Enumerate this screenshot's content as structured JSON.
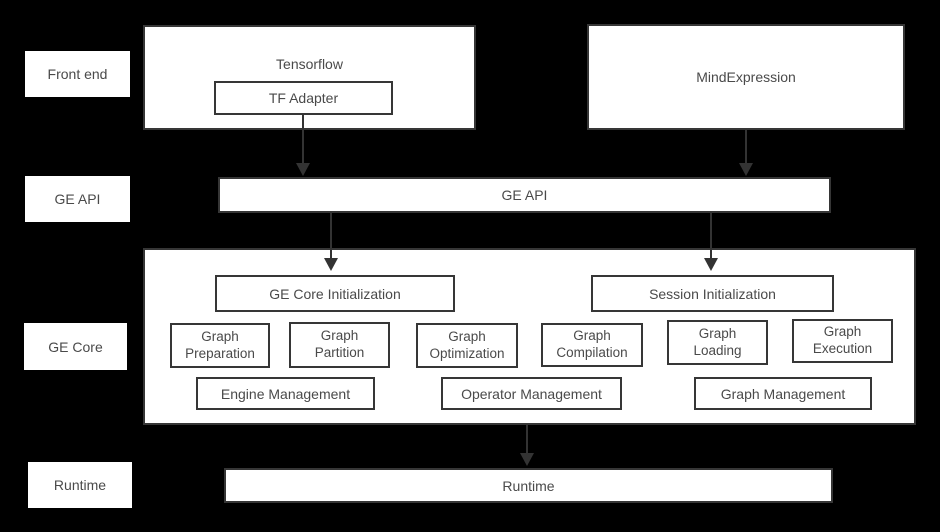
{
  "colors": {
    "background": "#000000",
    "box_fill": "#ffffff",
    "box_border": "#363636",
    "text": "#4a4a4a",
    "arrow": "#333333"
  },
  "layer_labels": [
    {
      "label": "Front end"
    },
    {
      "label": "GE API"
    },
    {
      "label": "GE Core"
    },
    {
      "label": "Runtime"
    }
  ],
  "front_end": {
    "tensorflow_title": "Tensorflow",
    "tf_adapter": "TF Adapter",
    "mind_expression": "MindExpression"
  },
  "ge_api_bar_label": "GE API",
  "ge_core": {
    "init": [
      "GE Core Initialization",
      "Session Initialization"
    ],
    "modules": [
      "Graph Preparation",
      "Graph Partition",
      "Graph Optimization",
      "Graph Compilation",
      "Graph Loading",
      "Graph Execution"
    ],
    "management": [
      "Engine Management",
      "Operator Management",
      "Graph Management"
    ]
  },
  "runtime_bar_label": "Runtime"
}
